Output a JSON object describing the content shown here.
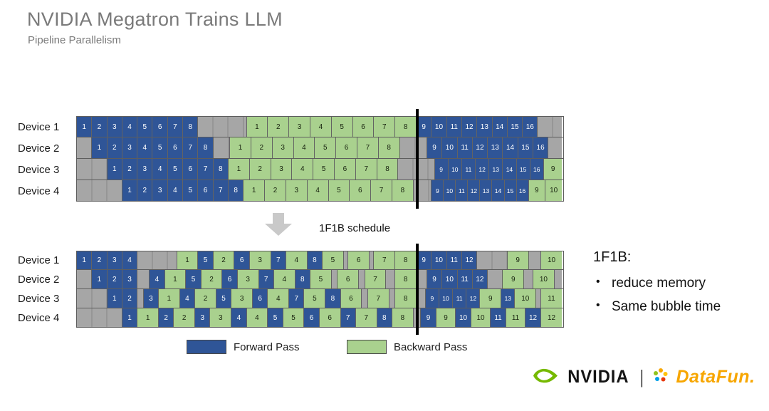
{
  "title": "NVIDIA Megatron Trains LLM",
  "subtitle": "Pipeline Parallelism",
  "arrow_label": "1F1B schedule",
  "colors": {
    "forward": "#2f5597",
    "backward": "#a9d18e",
    "idle": "#a6a6a6",
    "idle_line": "#868686",
    "flush_line": "#000000",
    "nvidia_green": "#76b900",
    "datafun_orange": "#f7a600"
  },
  "legend": {
    "forward_label": "Forward Pass",
    "backward_label": "Backward Pass"
  },
  "notes": {
    "heading": "1F1B:",
    "bullets": [
      "reduce memory",
      "Same bubble time"
    ]
  },
  "logos": {
    "nvidia": "NVIDIA",
    "separator": "|",
    "datafun": "DataFun."
  },
  "top_diagram": {
    "line_at": 22.4,
    "rows": [
      {
        "label": "Device 1",
        "cells": [
          [
            "f",
            "1",
            1
          ],
          [
            "f",
            "2",
            1
          ],
          [
            "f",
            "3",
            1
          ],
          [
            "f",
            "4",
            1
          ],
          [
            "f",
            "5",
            1
          ],
          [
            "f",
            "6",
            1
          ],
          [
            "f",
            "7",
            1
          ],
          [
            "f",
            "8",
            1
          ],
          [
            "i",
            "",
            3.2
          ],
          [
            "b",
            "1",
            1.4
          ],
          [
            "b",
            "2",
            1.4
          ],
          [
            "b",
            "3",
            1.4
          ],
          [
            "b",
            "4",
            1.4
          ],
          [
            "b",
            "5",
            1.4
          ],
          [
            "b",
            "6",
            1.4
          ],
          [
            "b",
            "7",
            1.4
          ],
          [
            "b",
            "8",
            1.4
          ],
          [
            "f",
            "9",
            1
          ],
          [
            "f",
            "10",
            1
          ],
          [
            "f",
            "11",
            1
          ],
          [
            "f",
            "12",
            1
          ],
          [
            "f",
            "13",
            1
          ],
          [
            "f",
            "14",
            1
          ],
          [
            "f",
            "15",
            1
          ],
          [
            "f",
            "16",
            1
          ],
          [
            "i",
            "",
            1.6
          ]
        ]
      },
      {
        "label": "Device 2",
        "cells": [
          [
            "i",
            "",
            1
          ],
          [
            "f",
            "1",
            1
          ],
          [
            "f",
            "2",
            1
          ],
          [
            "f",
            "3",
            1
          ],
          [
            "f",
            "4",
            1
          ],
          [
            "f",
            "5",
            1
          ],
          [
            "f",
            "6",
            1
          ],
          [
            "f",
            "7",
            1
          ],
          [
            "f",
            "8",
            1
          ],
          [
            "i",
            "",
            1.1
          ],
          [
            "b",
            "1",
            1.4
          ],
          [
            "b",
            "2",
            1.4
          ],
          [
            "b",
            "3",
            1.4
          ],
          [
            "b",
            "4",
            1.4
          ],
          [
            "b",
            "5",
            1.4
          ],
          [
            "b",
            "6",
            1.4
          ],
          [
            "b",
            "7",
            1.4
          ],
          [
            "b",
            "8",
            1.4
          ],
          [
            "i",
            "",
            1.8
          ],
          [
            "f",
            "9",
            1
          ],
          [
            "f",
            "10",
            1
          ],
          [
            "f",
            "11",
            1
          ],
          [
            "f",
            "12",
            1
          ],
          [
            "f",
            "13",
            1
          ],
          [
            "f",
            "14",
            1
          ],
          [
            "f",
            "15",
            1
          ],
          [
            "f",
            "16",
            1
          ],
          [
            "i",
            "",
            0.9
          ]
        ]
      },
      {
        "label": "Device 3",
        "cells": [
          [
            "i",
            "",
            2
          ],
          [
            "f",
            "1",
            1
          ],
          [
            "f",
            "2",
            1
          ],
          [
            "f",
            "3",
            1
          ],
          [
            "f",
            "4",
            1
          ],
          [
            "f",
            "5",
            1
          ],
          [
            "f",
            "6",
            1
          ],
          [
            "f",
            "7",
            1
          ],
          [
            "f",
            "8",
            1
          ],
          [
            "b",
            "1",
            1.4
          ],
          [
            "b",
            "2",
            1.4
          ],
          [
            "b",
            "3",
            1.4
          ],
          [
            "b",
            "4",
            1.4
          ],
          [
            "b",
            "5",
            1.4
          ],
          [
            "b",
            "6",
            1.4
          ],
          [
            "b",
            "7",
            1.4
          ],
          [
            "b",
            "8",
            1.4
          ],
          [
            "i",
            "",
            2.4
          ],
          [
            "f",
            "9",
            0.9
          ],
          [
            "f",
            "10",
            0.9
          ],
          [
            "f",
            "11",
            0.9
          ],
          [
            "f",
            "12",
            0.9
          ],
          [
            "f",
            "13",
            0.9
          ],
          [
            "f",
            "14",
            0.9
          ],
          [
            "f",
            "15",
            0.9
          ],
          [
            "f",
            "16",
            0.9
          ],
          [
            "b",
            "9",
            1.2
          ]
        ]
      },
      {
        "label": "Device 4",
        "cells": [
          [
            "i",
            "",
            3
          ],
          [
            "f",
            "1",
            1
          ],
          [
            "f",
            "2",
            1
          ],
          [
            "f",
            "3",
            1
          ],
          [
            "f",
            "4",
            1
          ],
          [
            "f",
            "5",
            1
          ],
          [
            "f",
            "6",
            1
          ],
          [
            "f",
            "7",
            1
          ],
          [
            "f",
            "8",
            1
          ],
          [
            "b",
            "1",
            1.4
          ],
          [
            "b",
            "2",
            1.4
          ],
          [
            "b",
            "3",
            1.4
          ],
          [
            "b",
            "4",
            1.4
          ],
          [
            "b",
            "5",
            1.4
          ],
          [
            "b",
            "6",
            1.4
          ],
          [
            "b",
            "7",
            1.4
          ],
          [
            "b",
            "8",
            1.4
          ],
          [
            "i",
            "",
            1.2
          ],
          [
            "f",
            "9",
            0.8
          ],
          [
            "f",
            "10",
            0.8
          ],
          [
            "f",
            "11",
            0.8
          ],
          [
            "f",
            "12",
            0.8
          ],
          [
            "f",
            "13",
            0.8
          ],
          [
            "f",
            "14",
            0.8
          ],
          [
            "f",
            "15",
            0.8
          ],
          [
            "f",
            "16",
            0.8
          ],
          [
            "b",
            "9",
            1.1
          ],
          [
            "b",
            "10",
            1.1
          ]
        ]
      }
    ]
  },
  "bottom_diagram": {
    "line_at": 22.4,
    "rows": [
      {
        "label": "Device 1",
        "cells": [
          [
            "f",
            "1",
            1
          ],
          [
            "f",
            "2",
            1
          ],
          [
            "f",
            "3",
            1
          ],
          [
            "f",
            "4",
            1
          ],
          [
            "i",
            "",
            2.6
          ],
          [
            "b",
            "1",
            1.4
          ],
          [
            "f",
            "5",
            1
          ],
          [
            "b",
            "2",
            1.4
          ],
          [
            "f",
            "6",
            1
          ],
          [
            "b",
            "3",
            1.4
          ],
          [
            "f",
            "7",
            1
          ],
          [
            "b",
            "4",
            1.4
          ],
          [
            "f",
            "8",
            1
          ],
          [
            "b",
            "5",
            1.4
          ],
          [
            "i",
            "",
            0.3
          ],
          [
            "b",
            "6",
            1.4
          ],
          [
            "i",
            "",
            0.3
          ],
          [
            "b",
            "7",
            1.4
          ],
          [
            "b",
            "8",
            1.4
          ],
          [
            "f",
            "9",
            1
          ],
          [
            "f",
            "10",
            1
          ],
          [
            "f",
            "11",
            1
          ],
          [
            "f",
            "12",
            1
          ],
          [
            "i",
            "",
            2.0
          ],
          [
            "b",
            "9",
            1.4
          ],
          [
            "i",
            "",
            0.8
          ],
          [
            "b",
            "10",
            1.4
          ]
        ]
      },
      {
        "label": "Device 2",
        "cells": [
          [
            "i",
            "",
            1
          ],
          [
            "f",
            "1",
            1
          ],
          [
            "f",
            "2",
            1
          ],
          [
            "f",
            "3",
            1
          ],
          [
            "i",
            "",
            0.8
          ],
          [
            "f",
            "4",
            1
          ],
          [
            "b",
            "1",
            1.4
          ],
          [
            "f",
            "5",
            1
          ],
          [
            "b",
            "2",
            1.4
          ],
          [
            "f",
            "6",
            1
          ],
          [
            "b",
            "3",
            1.4
          ],
          [
            "f",
            "7",
            1
          ],
          [
            "b",
            "4",
            1.4
          ],
          [
            "f",
            "8",
            1
          ],
          [
            "b",
            "5",
            1.4
          ],
          [
            "i",
            "",
            0.4
          ],
          [
            "b",
            "6",
            1.4
          ],
          [
            "i",
            "",
            0.4
          ],
          [
            "b",
            "7",
            1.4
          ],
          [
            "i",
            "",
            0.6
          ],
          [
            "b",
            "8",
            1.4
          ],
          [
            "i",
            "",
            0.7
          ],
          [
            "f",
            "9",
            1
          ],
          [
            "f",
            "10",
            1
          ],
          [
            "f",
            "11",
            1
          ],
          [
            "f",
            "12",
            1
          ],
          [
            "i",
            "",
            1.0
          ],
          [
            "b",
            "9",
            1.4
          ],
          [
            "i",
            "",
            0.6
          ],
          [
            "b",
            "10",
            1.4
          ],
          [
            "i",
            "",
            0.5
          ]
        ]
      },
      {
        "label": "Device 3",
        "cells": [
          [
            "i",
            "",
            2
          ],
          [
            "f",
            "1",
            1
          ],
          [
            "f",
            "2",
            1
          ],
          [
            "i",
            "",
            0.4
          ],
          [
            "f",
            "3",
            1
          ],
          [
            "b",
            "1",
            1.4
          ],
          [
            "f",
            "4",
            1
          ],
          [
            "b",
            "2",
            1.4
          ],
          [
            "f",
            "5",
            1
          ],
          [
            "b",
            "3",
            1.4
          ],
          [
            "f",
            "6",
            1
          ],
          [
            "b",
            "4",
            1.4
          ],
          [
            "f",
            "7",
            1
          ],
          [
            "b",
            "5",
            1.4
          ],
          [
            "f",
            "8",
            1
          ],
          [
            "b",
            "6",
            1.4
          ],
          [
            "i",
            "",
            0.4
          ],
          [
            "b",
            "7",
            1.4
          ],
          [
            "i",
            "",
            0.4
          ],
          [
            "b",
            "8",
            1.4
          ],
          [
            "i",
            "",
            0.6
          ],
          [
            "f",
            "9",
            0.9
          ],
          [
            "f",
            "10",
            0.9
          ],
          [
            "f",
            "11",
            0.9
          ],
          [
            "f",
            "12",
            0.9
          ],
          [
            "b",
            "9",
            1.4
          ],
          [
            "f",
            "13",
            0.9
          ],
          [
            "b",
            "10",
            1.4
          ],
          [
            "i",
            "",
            0.3
          ],
          [
            "b",
            "11",
            1.4
          ]
        ]
      },
      {
        "label": "Device 4",
        "cells": [
          [
            "i",
            "",
            3
          ],
          [
            "f",
            "1",
            1
          ],
          [
            "b",
            "1",
            1.4
          ],
          [
            "f",
            "2",
            1
          ],
          [
            "b",
            "2",
            1.4
          ],
          [
            "f",
            "3",
            1
          ],
          [
            "b",
            "3",
            1.4
          ],
          [
            "f",
            "4",
            1
          ],
          [
            "b",
            "4",
            1.4
          ],
          [
            "f",
            "5",
            1
          ],
          [
            "b",
            "5",
            1.4
          ],
          [
            "f",
            "6",
            1
          ],
          [
            "b",
            "6",
            1.4
          ],
          [
            "f",
            "7",
            1
          ],
          [
            "b",
            "7",
            1.4
          ],
          [
            "f",
            "8",
            1
          ],
          [
            "b",
            "8",
            1.4
          ],
          [
            "i",
            "",
            0.5
          ],
          [
            "f",
            "9",
            1
          ],
          [
            "b",
            "9",
            1.3
          ],
          [
            "f",
            "10",
            1
          ],
          [
            "b",
            "10",
            1.3
          ],
          [
            "f",
            "11",
            1
          ],
          [
            "b",
            "11",
            1.3
          ],
          [
            "f",
            "12",
            1
          ],
          [
            "b",
            "12",
            1.4
          ]
        ]
      }
    ]
  }
}
